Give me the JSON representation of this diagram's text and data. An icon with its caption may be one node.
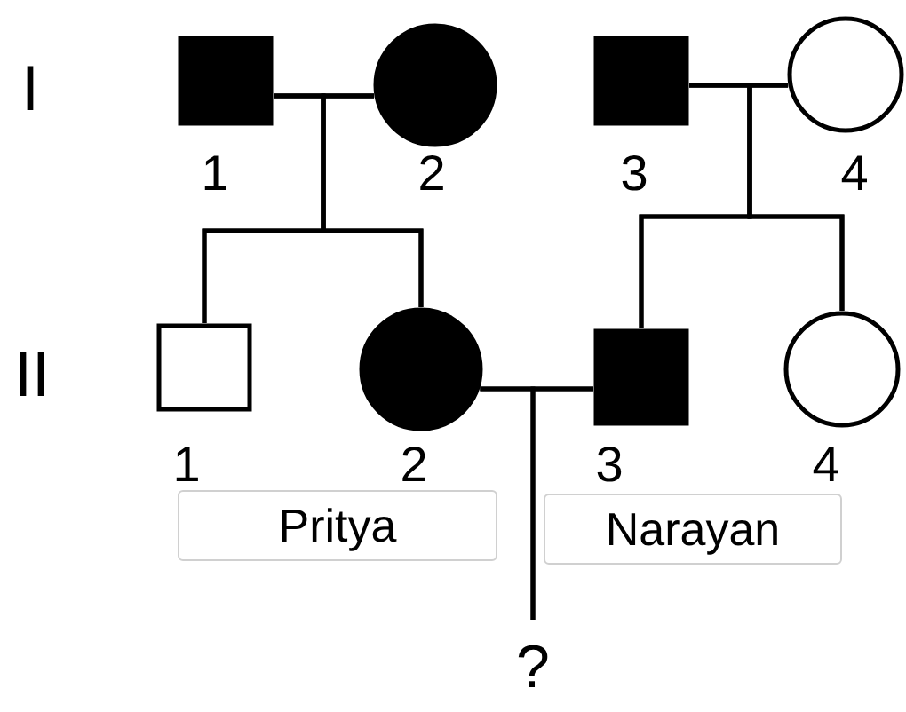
{
  "diagram": {
    "nodes": [
      {
        "text": [],
        "shape": "box",
        "beside": [
          "1"
        ]
      },
      {
        "text": [],
        "shape": "circle",
        "beside": [
          "2"
        ]
      },
      {
        "text": [],
        "shape": "box",
        "beside": [
          "3"
        ]
      },
      {
        "text": [],
        "shape": "circle",
        "beside": [
          "4"
        ]
      },
      {
        "text": [],
        "shape": "box",
        "beside": [
          "1"
        ]
      },
      {
        "text": [],
        "shape": "circle",
        "beside": [
          "2"
        ]
      },
      {
        "text": [],
        "shape": "box",
        "beside": [
          "3"
        ]
      },
      {
        "text": [],
        "shape": "circle",
        "beside": [
          "4"
        ]
      },
      {
        "text": [
          "?"
        ]
      },
      {
        "text": [
          "Pritya"
        ]
      },
      {
        "text": [
          "Narayan"
        ]
      }
    ],
    "edges": [
      {
        "from": 0,
        "to": 1,
        "arrow": "none"
      },
      {
        "from": 2,
        "to": 3,
        "arrow": "none"
      },
      {
        "from": 0,
        "to": 4,
        "arrow": "none"
      },
      {
        "from": 0,
        "to": 5,
        "arrow": "none"
      },
      {
        "from": 1,
        "to": 4,
        "arrow": "none"
      },
      {
        "from": 1,
        "to": 5,
        "arrow": "none"
      },
      {
        "from": 2,
        "to": 6,
        "arrow": "none"
      },
      {
        "from": 2,
        "to": 7,
        "arrow": "none"
      },
      {
        "from": 3,
        "to": 6,
        "arrow": "none"
      },
      {
        "from": 3,
        "to": 7,
        "arrow": "none"
      },
      {
        "from": 5,
        "to": 6,
        "arrow": "none"
      },
      {
        "from": 5,
        "to": 8,
        "arrow": "none"
      },
      {
        "from": 6,
        "to": 8,
        "arrow": "none"
      }
    ],
    "labels": [
      "I",
      "II"
    ]
  }
}
